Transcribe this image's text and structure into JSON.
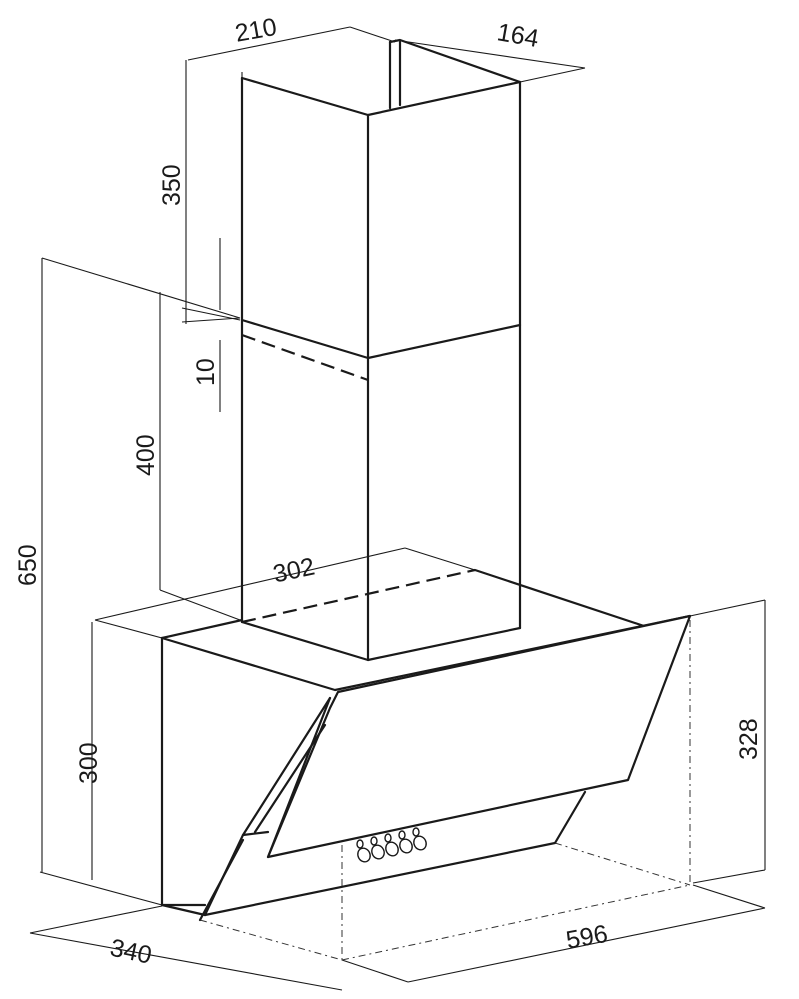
{
  "dimensions": {
    "chimney_width": "210",
    "chimney_depth": "164",
    "upper_chimney_height": "350",
    "overlap": "10",
    "lower_chimney_height": "400",
    "total_height": "650",
    "top_depth": "302",
    "hood_height": "300",
    "glass_height": "328",
    "hood_width": "596",
    "hood_depth": "340"
  },
  "colors": {
    "line": "#1a1a1a",
    "background": "#ffffff"
  }
}
